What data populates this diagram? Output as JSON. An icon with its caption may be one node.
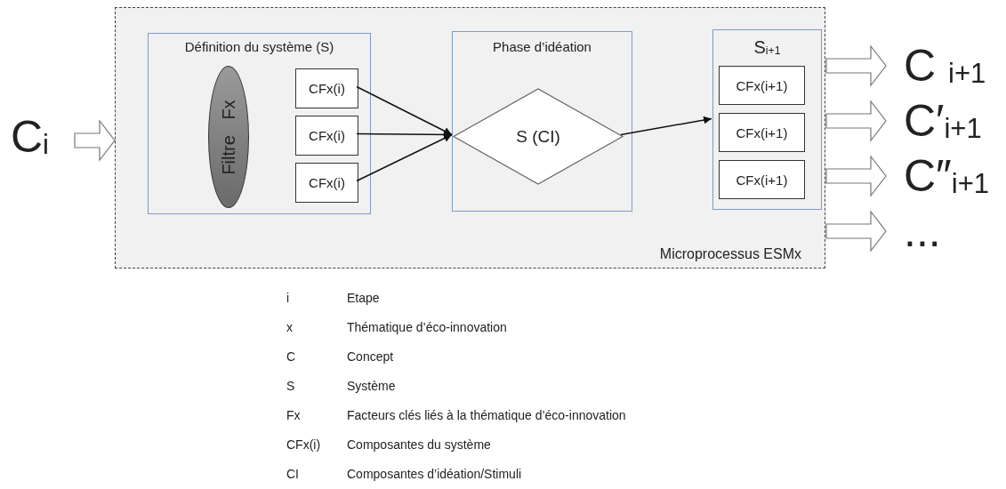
{
  "diagram": {
    "nodes": [
      {
        "text": [
          "C$_{i}$"
        ]
      },
      {
        "text": [
          "Microprocessus ESMx"
        ]
      },
      {
        "text": [
          "Définition du système (S)"
        ],
        "in": 1
      },
      {
        "text": [
          "Filtre Fx"
        ],
        "in": 2
      },
      {
        "text": [
          "CFx(i)"
        ],
        "in": 2
      },
      {
        "text": [
          "CFx(i)"
        ],
        "in": 2
      },
      {
        "text": [
          "CFx(i)"
        ],
        "in": 2
      },
      {
        "text": [
          "Phase d’idéation"
        ],
        "in": 1
      },
      {
        "text": [
          "S (CI)"
        ],
        "in": 7
      },
      {
        "text": [
          "S$_{i+1}$"
        ],
        "in": 1
      },
      {
        "text": [
          "CFx(i+1)"
        ],
        "in": 9
      },
      {
        "text": [
          "CFx(i+1)"
        ],
        "in": 9
      },
      {
        "text": [
          "CFx(i+1)"
        ],
        "in": 9
      },
      {
        "text": [
          "C $_{i+1}$"
        ]
      },
      {
        "text": [
          "C′$_{i+1}$"
        ]
      },
      {
        "text": [
          "C″$_{i+1}$"
        ]
      },
      {
        "text": [
          "..."
        ]
      }
    ],
    "edges": [
      {
        "from": 0,
        "to": 1,
        "arrow": "to",
        "style": "thick"
      },
      {
        "from": 4,
        "to": 8,
        "arrow": "to"
      },
      {
        "from": 5,
        "to": 8,
        "arrow": "to"
      },
      {
        "from": 6,
        "to": 8,
        "arrow": "to"
      },
      {
        "from": 8,
        "to": 9,
        "arrow": "to"
      },
      {
        "from": 1,
        "to": 13,
        "arrow": "to",
        "style": "thick"
      },
      {
        "from": 1,
        "to": 14,
        "arrow": "to",
        "style": "thick"
      },
      {
        "from": 1,
        "to": 15,
        "arrow": "to",
        "style": "thick"
      },
      {
        "from": 1,
        "to": 16,
        "arrow": "to",
        "style": "thick"
      }
    ],
    "labels": [
      "i",
      "Etape",
      "x",
      "Thématique d’éco-innovation",
      "C",
      "Concept",
      "S",
      "Système",
      "Fx",
      "Facteurs clés liés à la thématique d’éco-innovation",
      "CFx(i)",
      "Composantes du système",
      "CI",
      "Composantes d’idéation/Stimuli"
    ]
  }
}
